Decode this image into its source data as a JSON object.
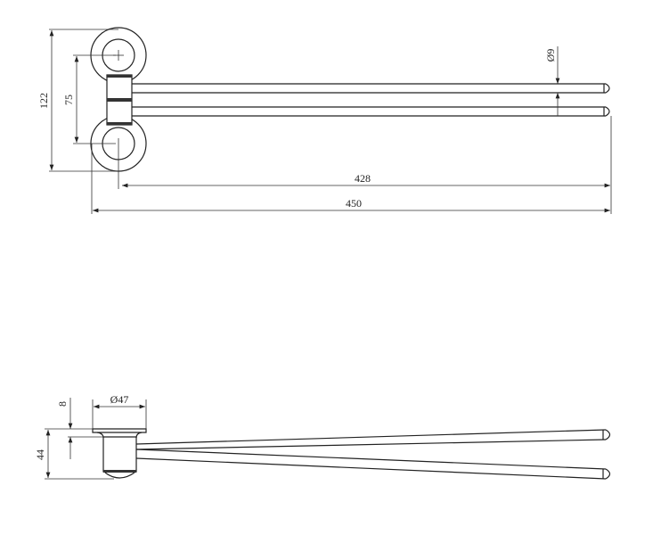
{
  "top_view": {
    "dimensions": {
      "overall_height": "122",
      "center_distance": "75",
      "bar_diameter": "Ø9",
      "bar_length": "428",
      "overall_length": "450"
    }
  },
  "side_view": {
    "dimensions": {
      "flange_diameter": "Ø47",
      "flange_thickness": "8",
      "overall_depth": "44"
    }
  },
  "colors": {
    "line": "#222222",
    "background": "#ffffff"
  }
}
